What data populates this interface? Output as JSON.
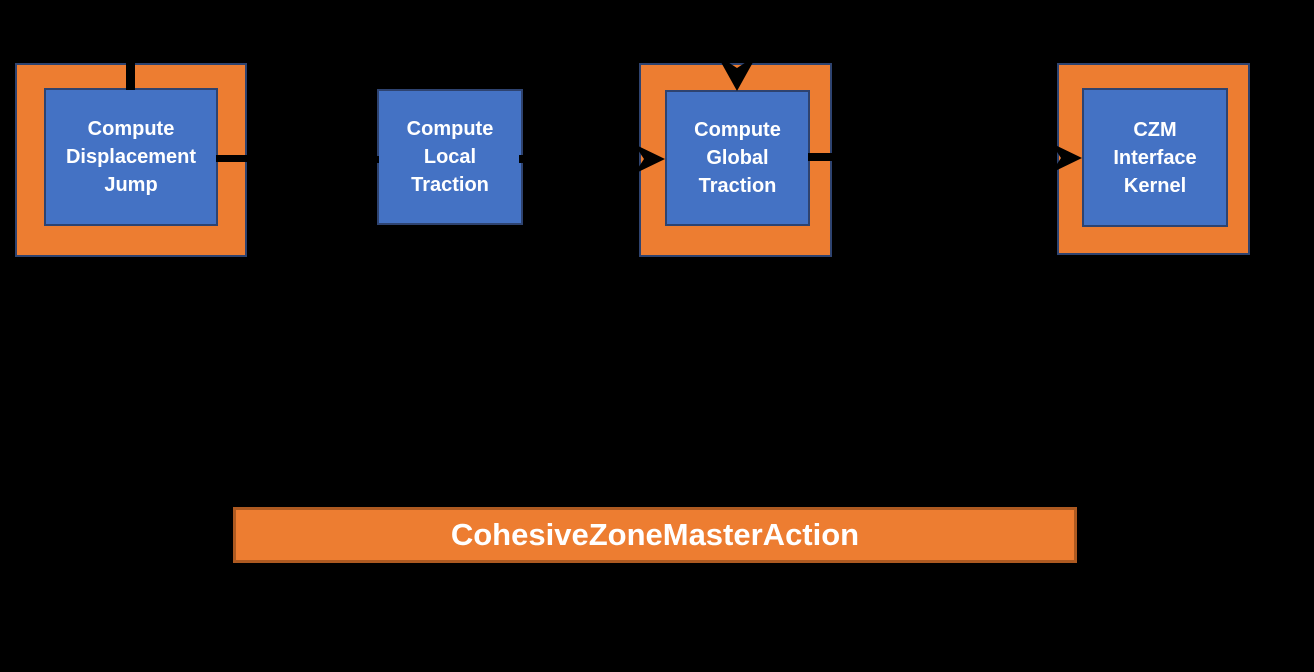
{
  "background": "#000000",
  "colors": {
    "background": "#000000",
    "orange_fill": "#ED7D31",
    "orange_border": "#AE5A21",
    "navy_border": "#2E4370",
    "blue_fill": "#4472C4",
    "text": "#FFFFFF",
    "connector": "#000000"
  },
  "nodes": [
    {
      "id": "compute-displacement-jump",
      "wrapped": true,
      "lines": [
        "Compute",
        "Displacement",
        "Jump"
      ]
    },
    {
      "id": "compute-local-traction",
      "wrapped": false,
      "lines": [
        "Compute",
        "Local",
        "Traction"
      ]
    },
    {
      "id": "compute-global-traction",
      "wrapped": true,
      "lines": [
        "Compute",
        "Global",
        "Traction"
      ]
    },
    {
      "id": "czm-interface-kernel",
      "wrapped": true,
      "lines": [
        "CZM",
        "Interface",
        "Kernel"
      ]
    }
  ],
  "banner": {
    "label": "CohesiveZoneMasterAction"
  }
}
